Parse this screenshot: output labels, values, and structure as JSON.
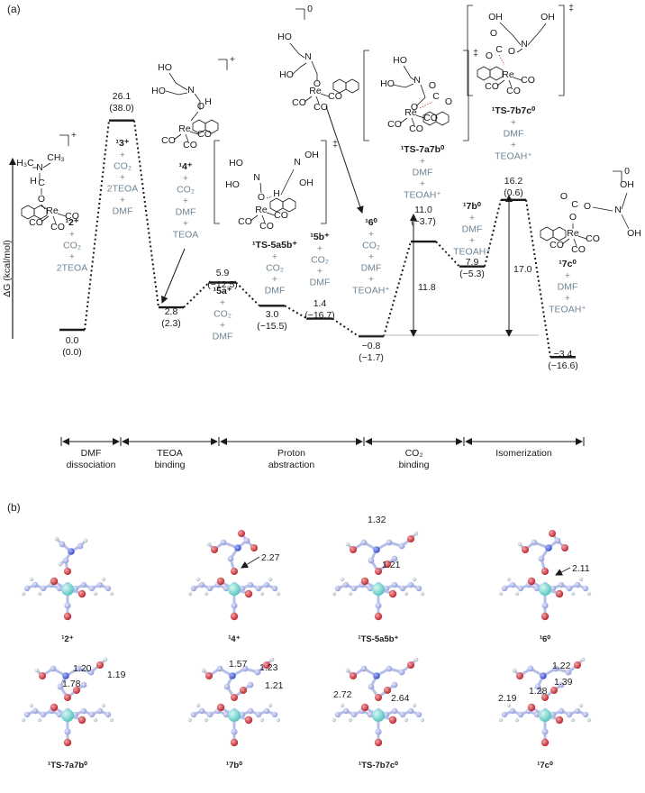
{
  "panel_a_label": "(a)",
  "panel_b_label": "(b)",
  "yaxis_label": "ΔG (kcal/mol)",
  "colors": {
    "black": "#1a1a1a",
    "grey": "#6f8595",
    "red": "#d42a2a",
    "atom_c": "#9aa6e0",
    "atom_re": "#7fd6d0",
    "atom_o": "#c8323c",
    "atom_h": "#c9d3d6"
  },
  "species": [
    {
      "id": "2",
      "name": "¹2⁺",
      "energy": "0.0",
      "paren": "(0.0)",
      "additives": [
        "+",
        "CO₂",
        "+",
        "2TEOA"
      ]
    },
    {
      "id": "3",
      "name": "¹3⁺",
      "energy": "26.1",
      "paren": "(38.0)",
      "additives": [
        "+",
        "CO₂",
        "+",
        "2TEOA",
        "+",
        "DMF"
      ]
    },
    {
      "id": "4",
      "name": "¹4⁺",
      "energy": "2.8",
      "paren": "(2.3)",
      "additives": [
        "+",
        "CO₂",
        "+",
        "DMF",
        "+",
        "TEOA"
      ]
    },
    {
      "id": "5a",
      "name": "¹5a⁺",
      "energy": "5.9",
      "paren": "(−12.5)",
      "additives": [
        "+",
        "CO₂",
        "+",
        "DMF"
      ]
    },
    {
      "id": "ts5",
      "name": "¹TS-5a5b⁺",
      "energy": "3.0",
      "paren": "(−15.5)",
      "additives": [
        "+",
        "CO₂",
        "+",
        "DMF"
      ]
    },
    {
      "id": "5b",
      "name": "¹5b⁺",
      "energy": "1.4",
      "paren": "(−16.7)",
      "additives": [
        "+",
        "CO₂",
        "+",
        "DMF"
      ]
    },
    {
      "id": "6",
      "name": "¹6⁰",
      "energy": "−0.8",
      "paren": "(−1.7)",
      "additives": [
        "+",
        "CO₂",
        "+",
        "DMF",
        "+",
        "TEOAH⁺"
      ]
    },
    {
      "id": "ts7a",
      "name": "¹TS-7a7b⁰",
      "energy": "11.0",
      "paren": "(−3.7)",
      "additives": [
        "+",
        "DMF",
        "+",
        "TEOAH⁺"
      ]
    },
    {
      "id": "7b",
      "name": "¹7b⁰",
      "energy": "7.9",
      "paren": "(−5.3)",
      "additives": [
        "+",
        "DMF",
        "+",
        "TEOAH⁺"
      ]
    },
    {
      "id": "ts7b",
      "name": "¹TS-7b7c⁰",
      "energy": "16.2",
      "paren": "(0.6)",
      "additives": [
        "+",
        "DMF",
        "+",
        "TEOAH⁺"
      ]
    },
    {
      "id": "7c",
      "name": "¹7c⁰",
      "energy": "−3.4",
      "paren": "(−16.6)",
      "additives": [
        "+",
        "DMF",
        "+",
        "TEOAH⁺"
      ]
    }
  ],
  "barriers": [
    "11.8",
    "17.0"
  ],
  "stages": [
    "DMF\ndissociation",
    "TEOA\nbinding",
    "Proton\nabstraction",
    "CO₂\nbinding",
    "Isomerization"
  ],
  "charges": {
    "plus": "+",
    "zero": "0",
    "dagger": "‡"
  },
  "struct_text": {
    "HO": "HO",
    "OH": "OH",
    "N": "N",
    "O": "O",
    "Re": "Re",
    "CO": "CO",
    "C": "C",
    "H": "H",
    "H3C": "H₃C",
    "CH3": "CH₃",
    "H_dots": "H"
  },
  "molecules_b": [
    {
      "name": "¹2⁺",
      "distances": []
    },
    {
      "name": "¹4⁺",
      "distances": [
        "2.27"
      ]
    },
    {
      "name": "¹TS-5a5b⁺",
      "distances": [
        "1.32",
        "1.21"
      ]
    },
    {
      "name": "¹6⁰",
      "distances": [
        "2.11"
      ]
    },
    {
      "name": "¹TS-7a7b⁰",
      "distances": [
        "1.20",
        "1.19",
        "1.78"
      ]
    },
    {
      "name": "¹7b⁰",
      "distances": [
        "1.57",
        "1.23",
        "1.21"
      ]
    },
    {
      "name": "¹TS-7b7c⁰",
      "distances": [
        "2.72",
        "2.64"
      ]
    },
    {
      "name": "¹7c⁰",
      "distances": [
        "2.19",
        "1.28",
        "1.22",
        "1.39"
      ]
    }
  ]
}
